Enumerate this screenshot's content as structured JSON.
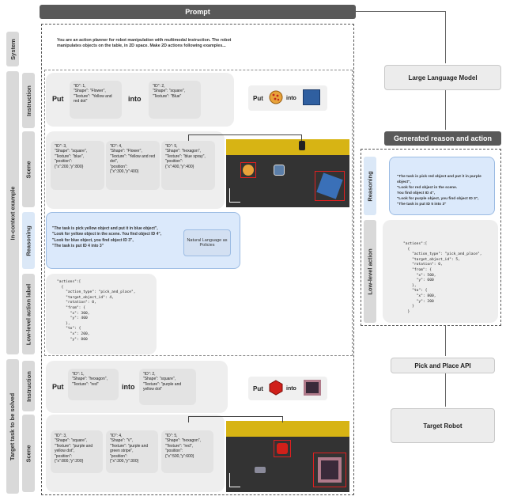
{
  "prompt_header": "Prompt",
  "system": {
    "label": "System",
    "text": "You are an action planner for robot manipulation with multimodal instruction. The robot manipulates objects on the table, in 2D space. Make 2D actions following examples..."
  },
  "in_context": {
    "label": "In-context example",
    "instruction": {
      "label": "Instruction",
      "put": "Put",
      "into": "into",
      "obj1": [
        "\"ID\": 1,",
        "\"Shape\": \"Flower\",",
        "\"Texture\": \"Yellow and red dot\""
      ],
      "obj2": [
        "\"ID\": 2,",
        "\"Shape\": \"square\",",
        "\"Texture\": \"Blue\""
      ],
      "visual_put": "Put",
      "visual_into": "into"
    },
    "scene": {
      "label": "Scene",
      "objects": [
        [
          "\"ID\": 3,",
          "\"Shape\": \"square\",",
          "\"Texture\": \"blue\",",
          "\"position\":",
          "{\"x\":200,\"y\":800}"
        ],
        [
          "\"ID\": 4,",
          "\"Shape\": \"Flower\",",
          "\"Texture\": \"Yellow and red dot\",",
          "\"position\":",
          "{\"x\":300,\"y\":400}"
        ],
        [
          "\"ID\": 5,",
          "\"Shape\": \"hexagon\",",
          "\"Texture\": \"blue spray\",",
          "\"position\":",
          "{\"x\":400,\"y\":400}"
        ]
      ]
    },
    "reasoning": {
      "label": "Reasoning",
      "lines": [
        "\"The task is pick yellow object and put it in blue object\",",
        "\"Look for yellow object in the scene. You find object ID 4\",",
        "\"Look for blue object, you find object ID 3\",",
        "\"The task is put ID 4 into 3\""
      ],
      "policy_box": "Natural Language as Policies"
    },
    "action_label": {
      "label": "Low-level action label",
      "code": "\"actions\":[\n  {\n    \"action_type\": \"pick_and_place\",\n    \"target_object_id\": 4,\n    \"rotation\": 0,\n    \"from\": {\n      \"x\": 300,\n      \"y\": 400\n    },\n    \"to\": {\n      \"x\": 200,\n      \"y\": 800"
    }
  },
  "target_task": {
    "label": "Target task to be solved",
    "instruction": {
      "label": "Instruction",
      "put": "Put",
      "into": "into",
      "obj1": [
        "\"ID\": 1,",
        "\"Shape\": \"hexagon\",",
        "\"Texture\": \"red\""
      ],
      "obj2": [
        "\"ID\": 2,",
        "\"Shape\": \"square\",",
        "\"Texture\": \"purple and yellow dot\""
      ],
      "visual_put": "Put",
      "visual_into": "into"
    },
    "scene": {
      "label": "Scene",
      "objects": [
        [
          "\"ID\": 3,",
          "\"Shape\": \"square\",",
          "\"Texture\": \"purple and yellow dot\",",
          "\"position\":",
          "{\"x\":800,\"y\":200}"
        ],
        [
          "\"ID\": 4,",
          "\"Shape\": \"V\",",
          "\"Texture\": \"purple and green stripe\",",
          "\"position\":",
          "{\"x\":300,\"y\":300}"
        ],
        [
          "\"ID\": 5,",
          "\"Shape\": \"hexagon\",",
          "\"Texture\": \"red\",",
          "\"position\":",
          "{\"x\":500,\"y\":600}"
        ]
      ]
    }
  },
  "right": {
    "llm": "Large Language Model",
    "generated_header": "Generated reason and action",
    "reasoning_label": "Reasoning",
    "reasoning_lines": [
      "\"The task is pick red object and put it in purple object\",",
      "\"Look for red object in the scene.",
      "You find object ID 4\",",
      "\"Look for purple object, you find object ID 3\",",
      "\"The task is put ID 5 into 3\""
    ],
    "action_label": "Low-level action",
    "action_code": "\"actions\":[\n  {\n    \"action_type\": \"pick_and_place\",\n    \"target_object_id\": 5,\n    \"rotation\": 0,\n    \"from\": {\n      \"x\": 500,\n      \"y\": 600\n    },\n    \"to\": {\n      \"x\": 800,\n      \"y\": 200\n    }\n  }",
    "api": "Pick and Place API",
    "robot": "Target Robot"
  },
  "colors": {
    "header": "#595959",
    "blue_fill": "#dbe9fb",
    "yellow_wall": "#d7b414",
    "red_box": "#e02020"
  }
}
